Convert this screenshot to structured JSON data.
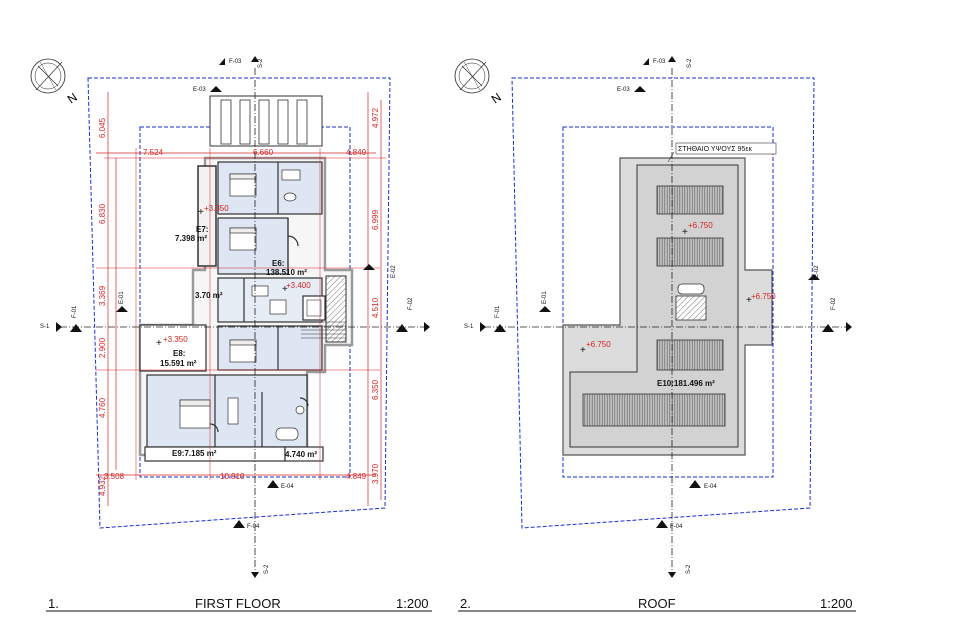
{
  "north_label": "N",
  "drawings": [
    {
      "number": "1.",
      "title": "FIRST FLOOR",
      "scale": "1:200",
      "section_marks": {
        "top_a": "F-03",
        "top_b": "S-2",
        "top_e": "E-03",
        "bottom_a": "F-04",
        "bottom_b": "S-2",
        "bottom_e": "E-04",
        "left_s": "S-1",
        "left_f": "F-01",
        "left_e": "E-01",
        "right_e": "E-02",
        "right_f": "F-02"
      },
      "dims_top": [
        "7.524",
        "6.660",
        "4.849"
      ],
      "dims_bottom": [
        "3.508",
        "10.910",
        "4.849"
      ],
      "dims_left": [
        "6.045",
        "6.830",
        "3.369",
        "2.900",
        "4.760",
        "4.932"
      ],
      "dims_right": [
        "4.972",
        "6.999",
        "4.510",
        "6.350",
        "3.970"
      ],
      "elevations": [
        "+3.350",
        "+3.400",
        "+3.350"
      ],
      "areas": [
        "7.398 m²",
        "E7:",
        "E6:",
        "138.510 m²",
        "3.70 m²",
        "E8:",
        "15.591 m²",
        "E9:7.185 m²",
        "4.740 m²"
      ]
    },
    {
      "number": "2.",
      "title": "ROOF",
      "scale": "1:200",
      "section_marks": {
        "top_a": "F-03",
        "top_b": "S-2",
        "top_e": "E-03",
        "bottom_a": "F-04",
        "bottom_b": "S-2",
        "bottom_e": "E-04",
        "left_s": "S-1",
        "left_f": "F-01",
        "left_e": "E-01",
        "right_e": "E-02",
        "right_f": "F-02"
      },
      "roof_label": "ΣΤΗΘΑΙΟ ΥΨΟΥΣ 95εκ",
      "elevations": [
        "+6.750",
        "+6.750",
        "+6.750"
      ],
      "area": "E10:181.496 m²"
    }
  ]
}
